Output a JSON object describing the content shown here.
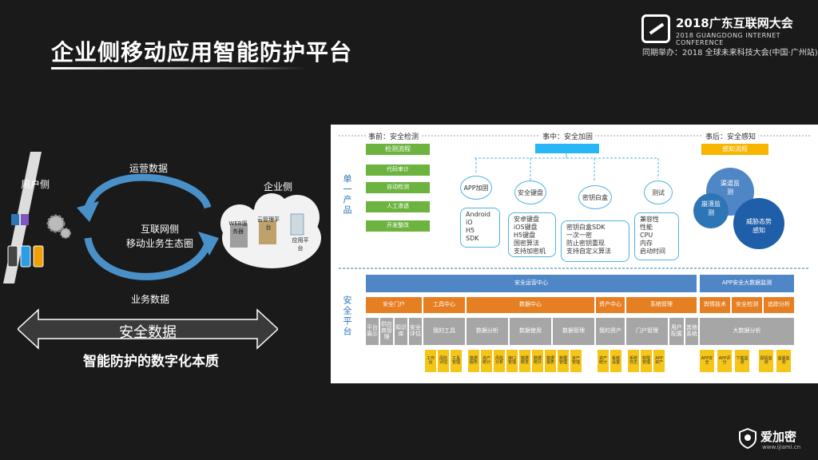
{
  "slide": {
    "title": "企业侧移动应用智能防护平台",
    "conference": {
      "name": "2018广东互联网大会",
      "english": "2018 GUANGDONG INTERNET CONFERENCE",
      "sub": "同期举办：2018 全球未来科技大会(中国·广州站)"
    },
    "left": {
      "user_side": "用户侧",
      "enterprise_side": "企业侧",
      "ops_data": "运营数据",
      "biz_data": "业务数据",
      "center_line1": "互联网侧",
      "center_line2": "移动业务生态圈",
      "cloud_web": "WEB服务器",
      "cloud_mgmt": "云管理平台",
      "cloud_app": "应用平台",
      "arrow_text": "安全数据",
      "bottom_text": "智能防护的数字化本质"
    },
    "brand": {
      "name": "爱加密",
      "url": "www.ijiami.cn"
    },
    "colors": {
      "green": "#6cb33f",
      "blue": "#4f86c6",
      "orange": "#e67e22",
      "gray": "#a6a6a6",
      "yellow": "#f5c518"
    }
  },
  "panel": {
    "phase_before": "事前：安全检测",
    "phase_during": "事中：安全加固",
    "phase_after": "事后：安全感知",
    "single_product": "单一产品",
    "security_platform": "安全平台",
    "detect_title": "检测流程",
    "detect_steps": [
      "代码审计",
      "自动检测",
      "人工渗透",
      "开发整改"
    ],
    "perceive_title": "感知流程",
    "gears": [
      "渠道监测",
      "崩溃监测",
      "威胁态势感知"
    ],
    "circles": [
      "APP加固",
      "安全键盘",
      "密钥白盒",
      "测试"
    ],
    "lists": [
      [
        "Android",
        "iO",
        "H5",
        "SDK"
      ],
      [
        "安卓键盘",
        "iOS键盘",
        "H5键盘",
        "国密算法",
        "支持加密机"
      ],
      [
        "密钥白盒SDK",
        "一次一密",
        "防止密钥重现",
        "支持自定义算法"
      ],
      [
        "兼容性",
        "性能",
        "CPU",
        "内存",
        "启动时间"
      ]
    ],
    "bar_ops": "安全运营中心",
    "bar_bigdata": "APP安全大数据监测",
    "orange_row": [
      "安全门户",
      "工具中心",
      "数据中心",
      "资产中心",
      "系统管理",
      "舆情技术",
      "安全检测",
      "追踪分析"
    ],
    "gray_row": [
      "平台展示",
      "供应商管理",
      "知识库",
      "安全评估",
      "我的工具",
      "数据分析",
      "数据使用",
      "数据管理",
      "我的资产",
      "门户管理",
      "用户配置",
      "其他系统",
      "大数据分析"
    ],
    "yellow_row": [
      "工作台",
      "风险评估",
      "工具管理",
      "数据服务",
      "资产统计",
      "风险分析",
      "接口管理",
      "数据概览",
      "数据统计",
      "数据报表",
      "数据管理",
      "资产管理",
      "资产统计",
      "系统设置",
      "系统日志",
      "权限管理",
      "APP资产",
      "APP安全",
      "APP评分",
      "下载监测",
      "舆情监测",
      "盗版监测"
    ]
  }
}
